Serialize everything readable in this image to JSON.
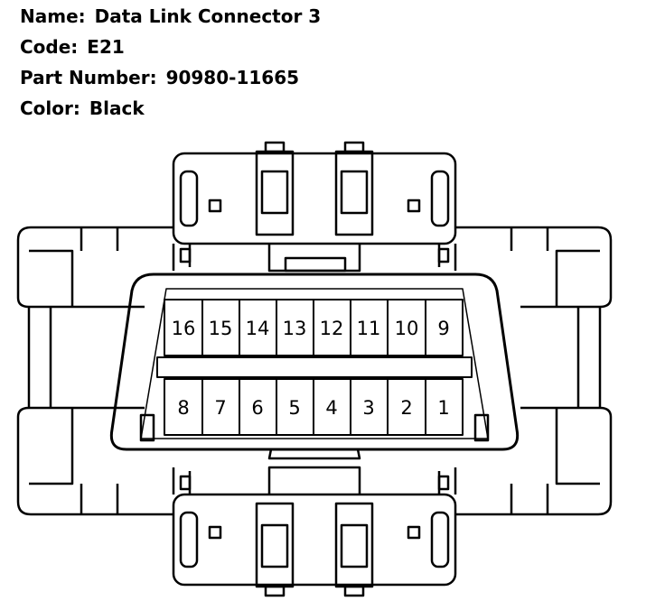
{
  "info": {
    "name_label": "Name:",
    "name_value": "Data Link Connector 3",
    "code_label": "Code:",
    "code_value": "E21",
    "part_label": "Part Number:",
    "part_value": "90980-11665",
    "color_label": "Color:",
    "color_value": "Black"
  },
  "connector": {
    "top_row_pins": [
      "16",
      "15",
      "14",
      "13",
      "12",
      "11",
      "10",
      "9"
    ],
    "bottom_row_pins": [
      "8",
      "7",
      "6",
      "5",
      "4",
      "3",
      "2",
      "1"
    ]
  }
}
